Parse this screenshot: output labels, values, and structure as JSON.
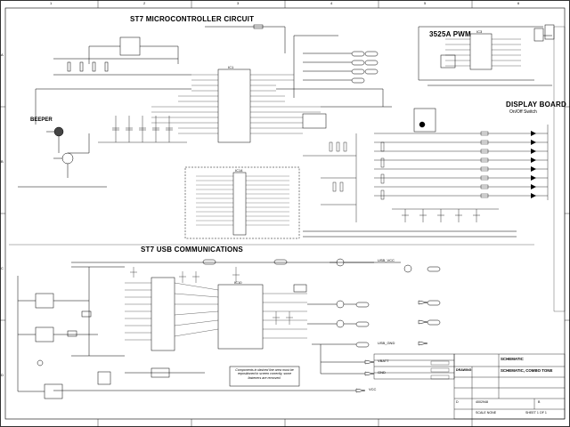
{
  "headings": {
    "mcu": "ST7 MICROCONTROLLER CIRCUIT",
    "pwm": "3525A PWM",
    "display": "DISPLAY BOARD",
    "usb": "ST7 USB COMMUNICATIONS"
  },
  "labels": {
    "beeper": "BEEPER",
    "onoff": "On/Off Switch",
    "vusb_top": "USB_VCC",
    "usb_gnd": "USB_GND",
    "vbatt": "VBATT",
    "gnd": "GND",
    "vcc": "VCC",
    "ic_mcu": "IC1",
    "ic_usb": "IC10",
    "ic_pwm": "IC3",
    "ic_box": "IC14"
  },
  "column_markers": [
    "1",
    "2",
    "3",
    "4",
    "5",
    "6"
  ],
  "row_markers": [
    "A",
    "B",
    "C",
    "D"
  ],
  "note_text": "Components in dashed line area must be repositioned in screen correctly, some fasteners are removed.",
  "title_block": {
    "drawn": "DRAWING",
    "title": "SCHEMATIC",
    "subtitle": "SCHEMATIC, COMBO TONE",
    "size": "D",
    "dwg_no": "4002948",
    "rev": "B",
    "scale": "SCALE NONE",
    "sheet": "SHEET 1 OF 1"
  }
}
